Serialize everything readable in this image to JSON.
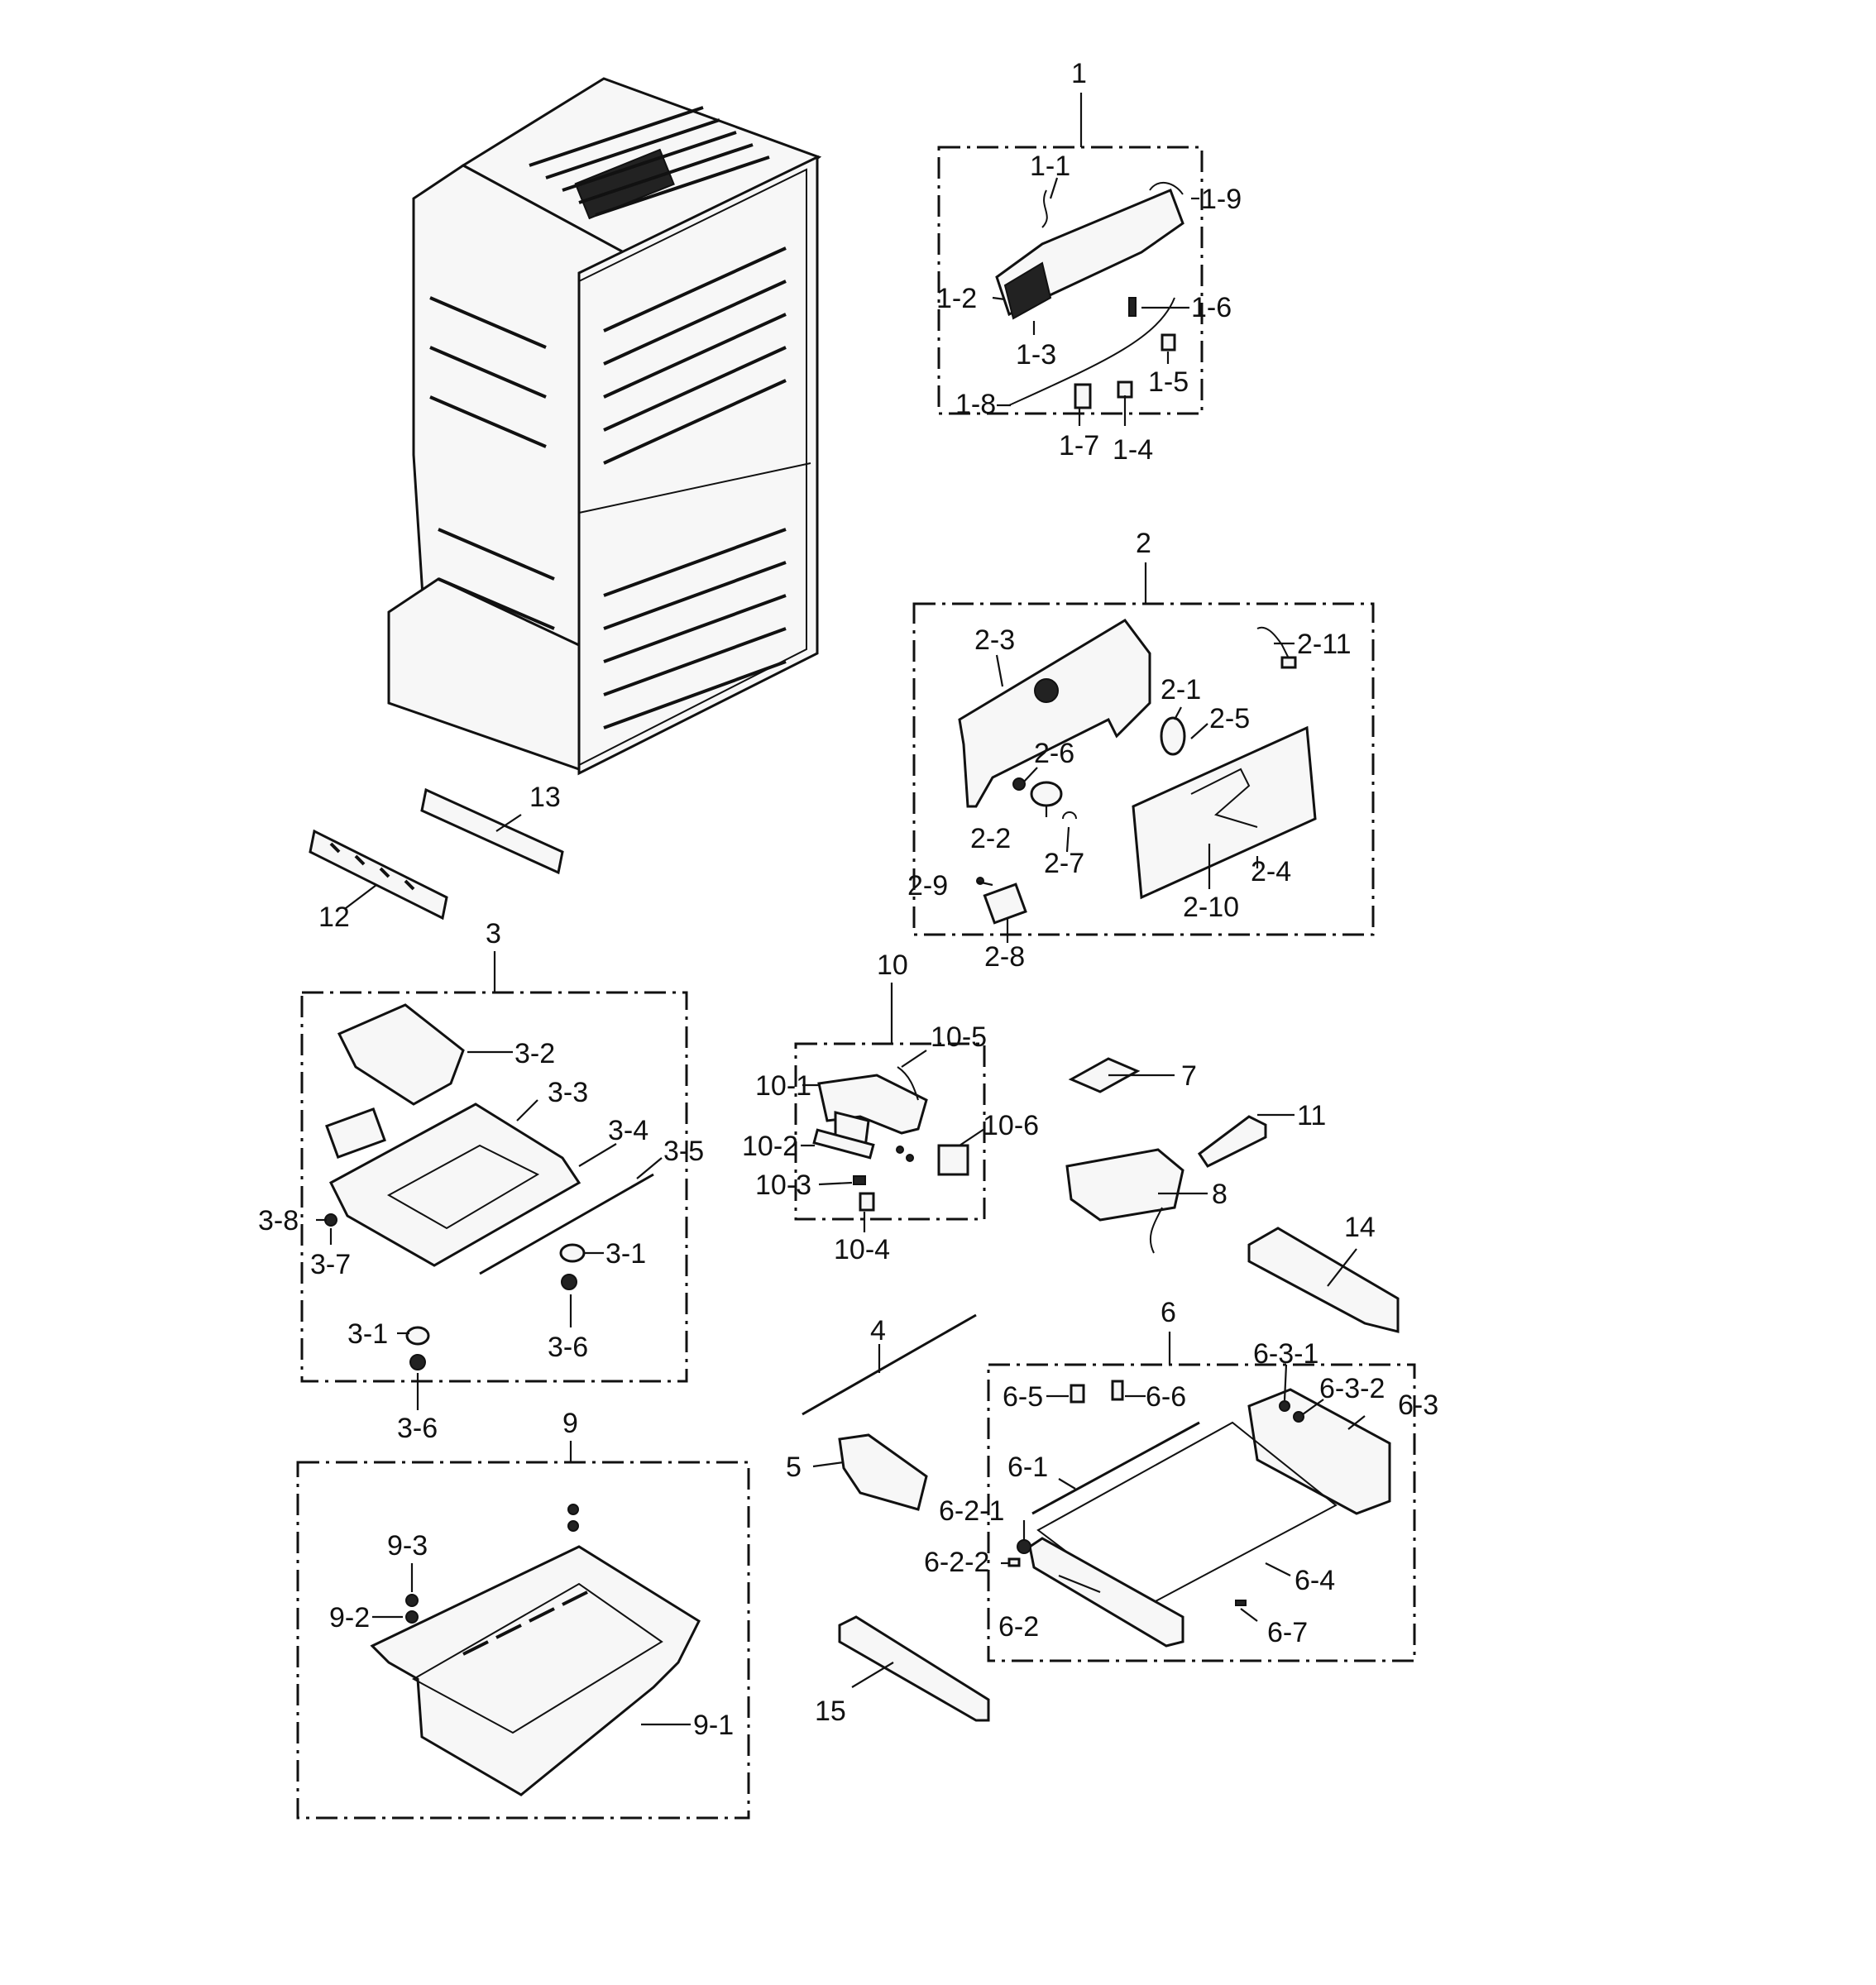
{
  "labels": {
    "g1": "1",
    "p1_1": "1-1",
    "p1_2": "1-2",
    "p1_3": "1-3",
    "p1_4": "1-4",
    "p1_5": "1-5",
    "p1_6": "1-6",
    "p1_7": "1-7",
    "p1_8": "1-8",
    "p1_9": "1-9",
    "g2": "2",
    "p2_1": "2-1",
    "p2_2": "2-2",
    "p2_3": "2-3",
    "p2_4": "2-4",
    "p2_5": "2-5",
    "p2_6": "2-6",
    "p2_7": "2-7",
    "p2_8": "2-8",
    "p2_9": "2-9",
    "p2_10": "2-10",
    "p2_11": "2-11",
    "g3": "3",
    "p3_1a": "3-1",
    "p3_1b": "3-1",
    "p3_2": "3-2",
    "p3_3": "3-3",
    "p3_4": "3-4",
    "p3_5": "3-5",
    "p3_6a": "3-6",
    "p3_6b": "3-6",
    "p3_7": "3-7",
    "p3_8": "3-8",
    "p4": "4",
    "p5": "5",
    "g6": "6",
    "p6_1": "6-1",
    "p6_2": "6-2",
    "p6_2_1": "6-2-1",
    "p6_2_2": "6-2-2",
    "p6_3": "6-3",
    "p6_3_1": "6-3-1",
    "p6_3_2": "6-3-2",
    "p6_4": "6-4",
    "p6_5": "6-5",
    "p6_6": "6-6",
    "p6_7": "6-7",
    "p7": "7",
    "p8": "8",
    "g9": "9",
    "p9_1": "9-1",
    "p9_2": "9-2",
    "p9_3": "9-3",
    "g10": "10",
    "p10_1": "10-1",
    "p10_2": "10-2",
    "p10_3": "10-3",
    "p10_4": "10-4",
    "p10_5": "10-5",
    "p10_6": "10-6",
    "p11": "11",
    "p12": "12",
    "p13": "13",
    "p14": "14",
    "p15": "15"
  }
}
